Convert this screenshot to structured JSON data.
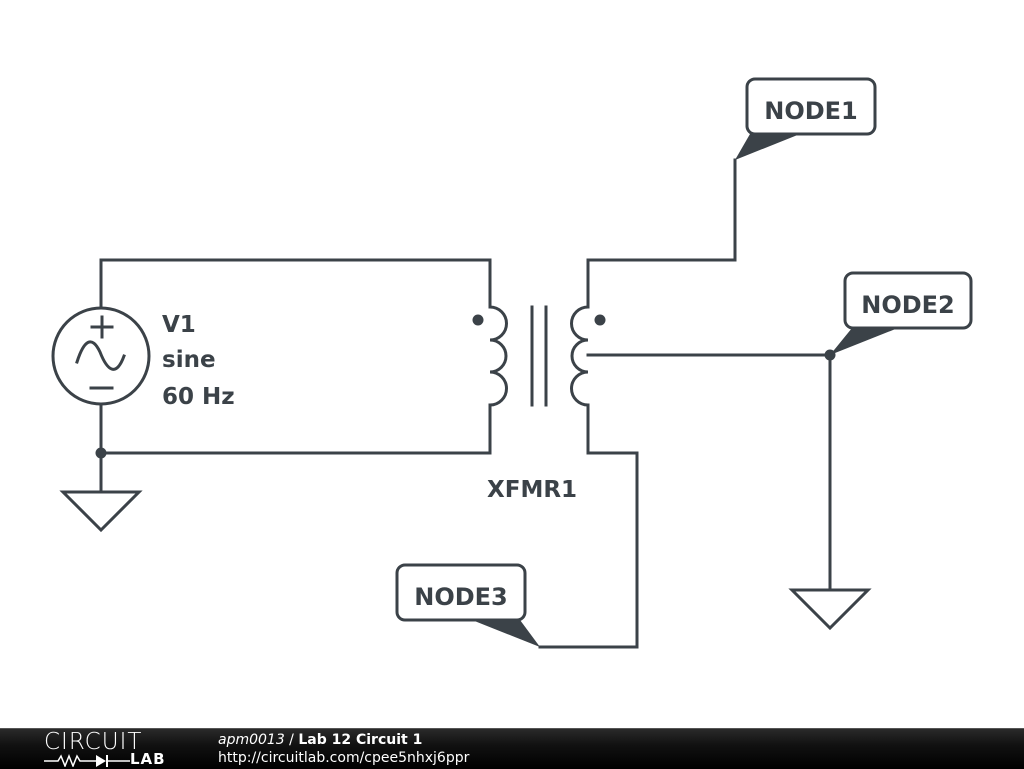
{
  "circuit": {
    "source": {
      "name": "V1",
      "type": "sine",
      "frequency": "60 Hz",
      "plus_symbol": "+",
      "minus_symbol": "−"
    },
    "transformer": {
      "name": "XFMR1"
    },
    "nodes": [
      {
        "label": "NODE1"
      },
      {
        "label": "NODE2"
      },
      {
        "label": "NODE3"
      }
    ]
  },
  "footer": {
    "brand_top": "CIRCUIT",
    "brand_bottom": "LAB",
    "user": "apm0013",
    "separator": " / ",
    "title": "Lab 12 Circuit 1",
    "url": "http://circuitlab.com/cpee5nhxj6ppr"
  },
  "colors": {
    "ink": "#3b4248",
    "footer_bg": "#000000",
    "footer_text": "#ffffff"
  }
}
